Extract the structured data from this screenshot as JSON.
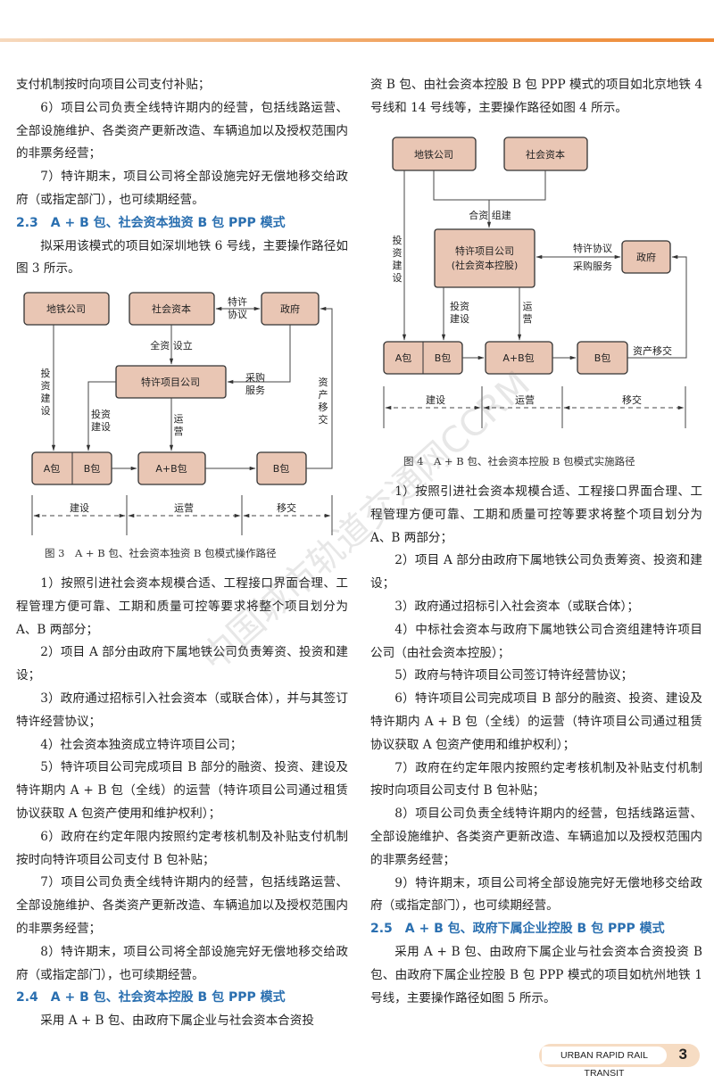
{
  "left": {
    "p1": "支付机制按时向项目公司支付补贴；",
    "p2": "6）项目公司负责全线特许期内的经营，包括线路运营、全部设施维护、各类资产更新改造、车辆追加以及授权范围内的非票务经营；",
    "p3": "7）特许期末，项目公司将全部设施完好无偿地移交给政府（或指定部门），也可续期经营。",
    "h23": "2.3　A + B 包、社会资本独资 B 包 PPP 模式",
    "p4": "拟采用该模式的项目如深圳地铁 6 号线，主要操作路径如图 3 所示。",
    "list": [
      "1）按照引进社会资本规模合适、工程接口界面合理、工程管理方便可靠、工期和质量可控等要求将整个项目划分为 A、B 两部分；",
      "2）项目 A 部分由政府下属地铁公司负责筹资、投资和建设；",
      "3）政府通过招标引入社会资本（或联合体），并与其签订特许经营协议；",
      "4）社会资本独资成立特许项目公司；",
      "5）特许项目公司完成项目 B 部分的融资、投资、建设及特许期内 A + B 包（全线）的运营（特许项目公司通过租赁协议获取 A 包资产使用和维护权利）；",
      "6）政府在约定年限内按照约定考核机制及补贴支付机制按时向特许项目公司支付 B 包补贴；",
      "7）项目公司负责全线特许期内的经营，包括线路运营、全部设施维护、各类资产更新改造、车辆追加以及授权范围内的非票务经营；",
      "8）特许期末，项目公司将全部设施完好无偿地移交给政府（或指定部门），也可续期经营。"
    ],
    "h24": "2.4　A + B 包、社会资本控股 B 包 PPP 模式",
    "p5": "采用 A + B 包、由政府下属企业与社会资本合资投"
  },
  "right": {
    "p1": "资 B 包、由社会资本控股 B 包 PPP 模式的项目如北京地铁 4 号线和 14 号线等，主要操作路径如图 4 所示。",
    "list": [
      "1）按照引进社会资本规模合适、工程接口界面合理、工程管理方便可靠、工期和质量可控等要求将整个项目划分为 A、B 两部分；",
      "2）项目 A 部分由政府下属地铁公司负责筹资、投资和建设；",
      "3）政府通过招标引入社会资本（或联合体）；",
      "4）中标社会资本与政府下属地铁公司合资组建特许项目公司（由社会资本控股）；",
      "5）政府与特许项目公司签订特许经营协议；",
      "6）特许项目公司完成项目 B 部分的融资、投资、建设及特许期内 A + B 包（全线）的运营（特许项目公司通过租赁协议获取 A 包资产使用和维护权利）；",
      "7）政府在约定年限内按照约定考核机制及补贴支付机制按时向项目公司支付 B 包补贴；",
      "8）项目公司负责全线特许期内的经营，包括线路运营、全部设施维护、各类资产更新改造、车辆追加以及授权范围内的非票务经营；",
      "9）特许期末，项目公司将全部设施完好无偿地移交给政府（或指定部门），也可续期经营。"
    ],
    "h25": "2.5　A + B 包、政府下属企业控股 B 包 PPP 模式",
    "p2": "采用 A + B 包、由政府下属企业与社会资本合资投资 B 包、由政府下属企业控股 B 包 PPP 模式的项目如杭州地铁 1 号线，主要操作路径如图 5 所示。"
  },
  "fig3": {
    "metro": "地铁公司",
    "capital": "社会资本",
    "gov": "政府",
    "spv": "特许项目公司",
    "a": "A包",
    "b": "B包",
    "ab": "A+B包",
    "b2": "B包",
    "lbl_concession": [
      "特许",
      "协议"
    ],
    "lbl_setup": "全资 设立",
    "lbl_purchase": [
      "采购",
      "服务"
    ],
    "lbl_invest1": [
      "投",
      "资",
      "建",
      "设"
    ],
    "lbl_invest2": [
      "投资",
      "建设"
    ],
    "lbl_operate": [
      "运",
      "营"
    ],
    "lbl_transfer": [
      "资",
      "产",
      "移",
      "交"
    ],
    "phases": [
      "建设",
      "运营",
      "移交"
    ],
    "caption": "图 3　A + B 包、社会资本独资 B 包模式操作路径"
  },
  "fig4": {
    "metro": "地铁公司",
    "capital": "社会资本",
    "spv1": "特许项目公司",
    "spv2": "(社会资本控股)",
    "gov": "政府",
    "a": "A包",
    "b": "B包",
    "ab": "A+B包",
    "b2": "B包",
    "lbl_jv": "合资 组建",
    "lbl_concession": "特许协议",
    "lbl_purchase": "采购服务",
    "lbl_invest1": [
      "投",
      "资",
      "建",
      "设"
    ],
    "lbl_invest2": [
      "投资",
      "建设"
    ],
    "lbl_operate": [
      "运",
      "营"
    ],
    "lbl_transfer": "资产移交",
    "phases": [
      "建设",
      "运营",
      "移交"
    ],
    "caption": "图 4　A + B 包、社会资本控股 B 包模式实施路径"
  },
  "watermark": "中国城市轨道交通网CCRM",
  "footer": {
    "journal": "URBAN RAPID RAIL TRANSIT",
    "page": "3"
  },
  "colors": {
    "accent": "#ee8a35",
    "heading": "#2a6fb0",
    "box": "#e9c6b4"
  }
}
